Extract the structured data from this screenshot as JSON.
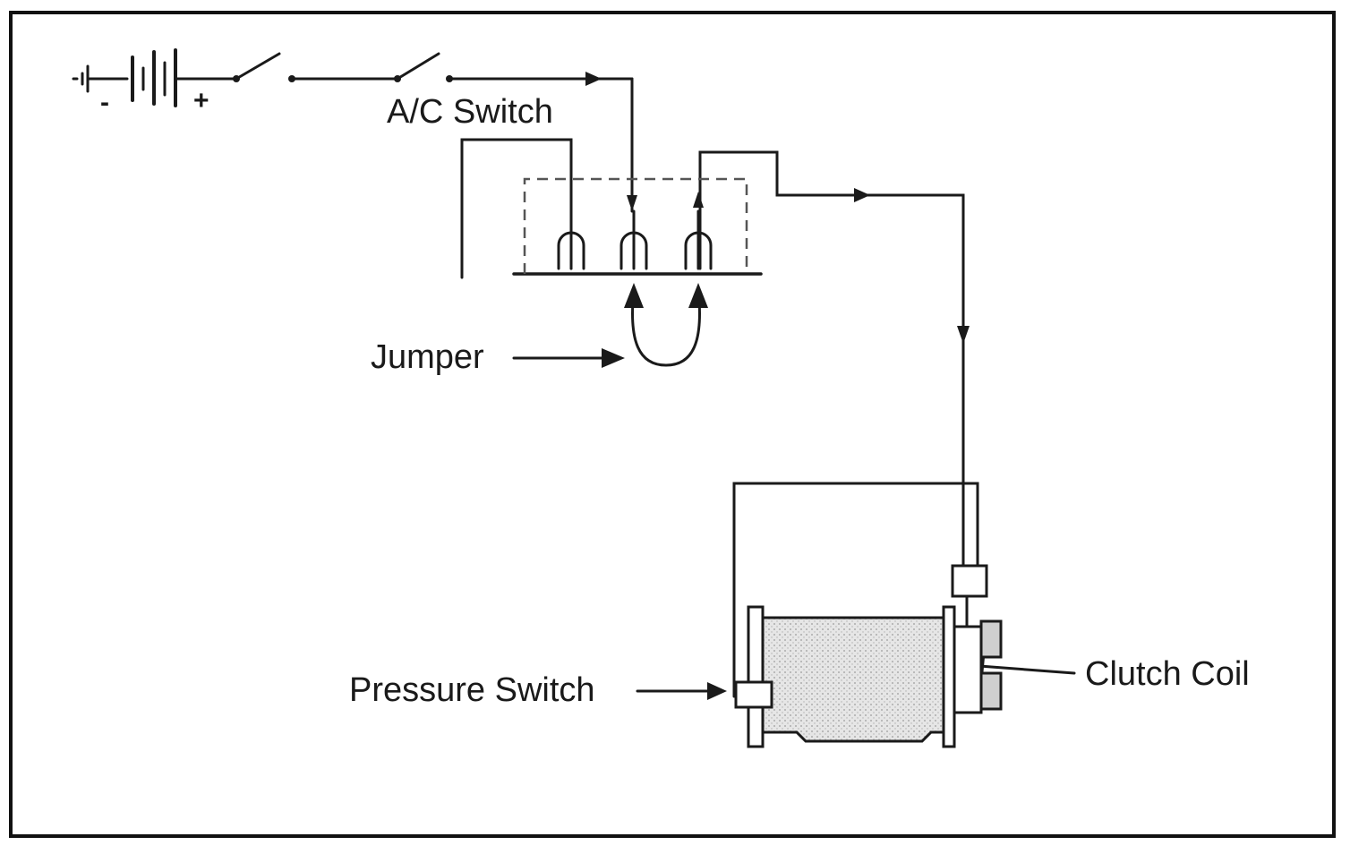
{
  "labels": {
    "ac_switch": "A/C Switch",
    "jumper": "Jumper",
    "pressure_switch": "Pressure Switch",
    "clutch_coil": "Clutch Coil"
  },
  "battery": {
    "negative": "-",
    "positive": "+"
  },
  "colors": {
    "line": "#1a1a1a",
    "dash": "#555555",
    "stipple": "#d8d8d8"
  }
}
